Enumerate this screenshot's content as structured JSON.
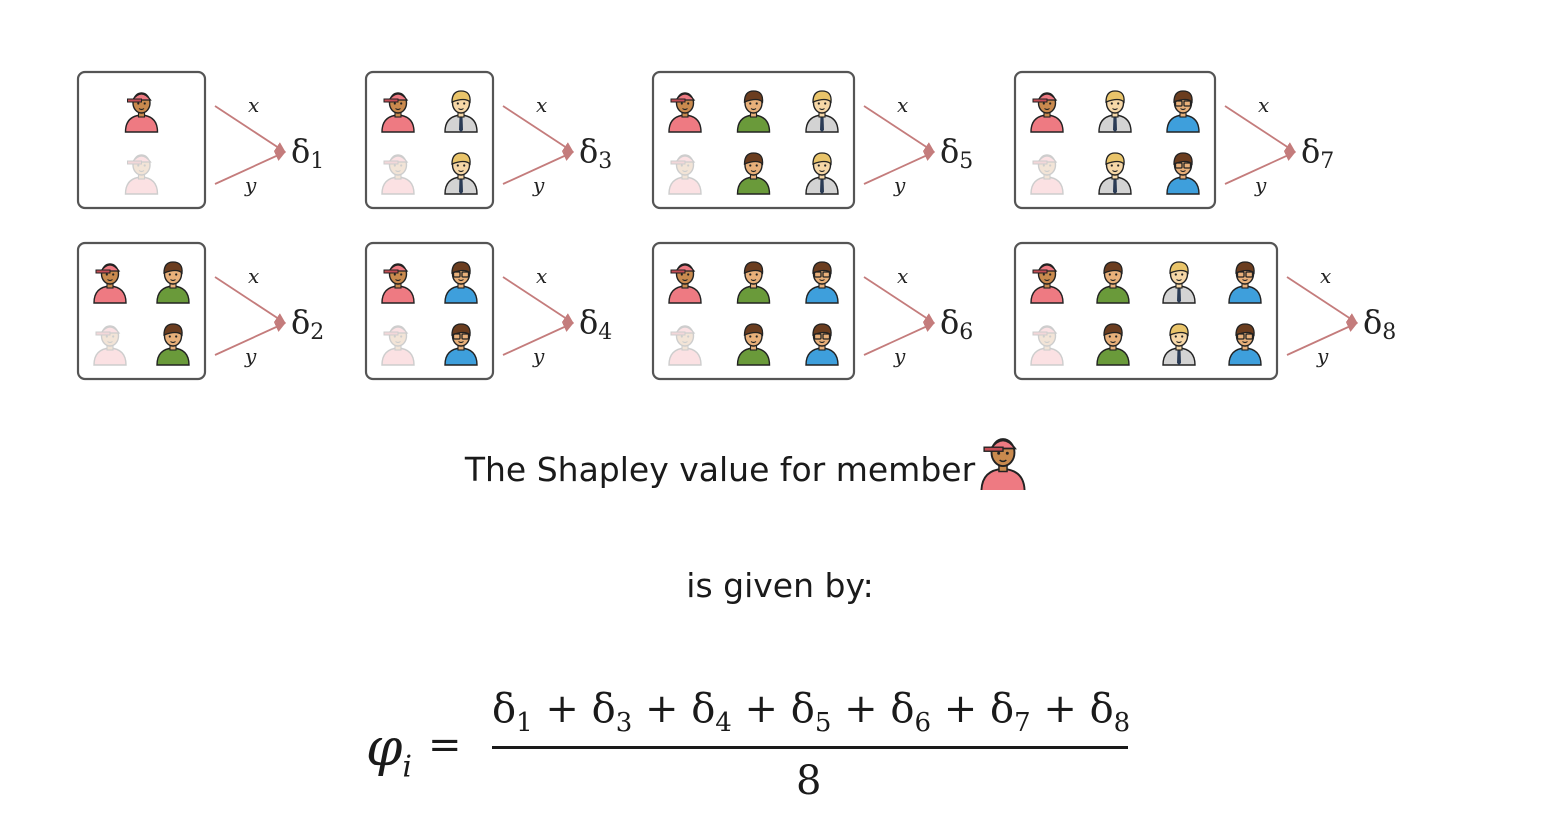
{
  "colors": {
    "arrow": "#c47c7c",
    "box_border": "#555555",
    "member_red": "#ee7a82",
    "member_green": "#6a9a3a",
    "member_gray": "#d3d3d3",
    "member_blue": "#3e9fdc"
  },
  "panels": [
    {
      "delta_label": "δ1",
      "top_members": [
        "red"
      ],
      "bottom_members": [
        "red-faded"
      ],
      "edge_x": "x",
      "edge_y": "y"
    },
    {
      "delta_label": "δ3",
      "top_members": [
        "red",
        "gray"
      ],
      "bottom_members": [
        "red-faded",
        "gray"
      ],
      "edge_x": "x",
      "edge_y": "y"
    },
    {
      "delta_label": "δ5",
      "top_members": [
        "red",
        "green",
        "gray"
      ],
      "bottom_members": [
        "red-faded",
        "green",
        "gray"
      ],
      "edge_x": "x",
      "edge_y": "y"
    },
    {
      "delta_label": "δ7",
      "top_members": [
        "red",
        "gray",
        "blue"
      ],
      "bottom_members": [
        "red-faded",
        "gray",
        "blue"
      ],
      "edge_x": "x",
      "edge_y": "y"
    },
    {
      "delta_label": "δ2",
      "top_members": [
        "red",
        "green"
      ],
      "bottom_members": [
        "red-faded",
        "green"
      ],
      "edge_x": "x",
      "edge_y": "y"
    },
    {
      "delta_label": "δ4",
      "top_members": [
        "red",
        "blue"
      ],
      "bottom_members": [
        "red-faded",
        "blue"
      ],
      "edge_x": "x",
      "edge_y": "y"
    },
    {
      "delta_label": "δ6",
      "top_members": [
        "red",
        "green",
        "blue"
      ],
      "bottom_members": [
        "red-faded",
        "green",
        "blue"
      ],
      "edge_x": "x",
      "edge_y": "y"
    },
    {
      "delta_label": "δ8",
      "top_members": [
        "red",
        "green",
        "gray",
        "blue"
      ],
      "bottom_members": [
        "red-faded",
        "green",
        "gray",
        "blue"
      ],
      "edge_x": "x",
      "edge_y": "y"
    }
  ],
  "caption_line1": "The Shapley value for member",
  "caption_line2": "is given by:",
  "formula": {
    "lhs": "φ",
    "lhs_sub": "i",
    "equals": "=",
    "numerator": "δ1 + δ3 + δ4 + δ5 + δ6 + δ7 + δ8",
    "denominator": "8"
  }
}
